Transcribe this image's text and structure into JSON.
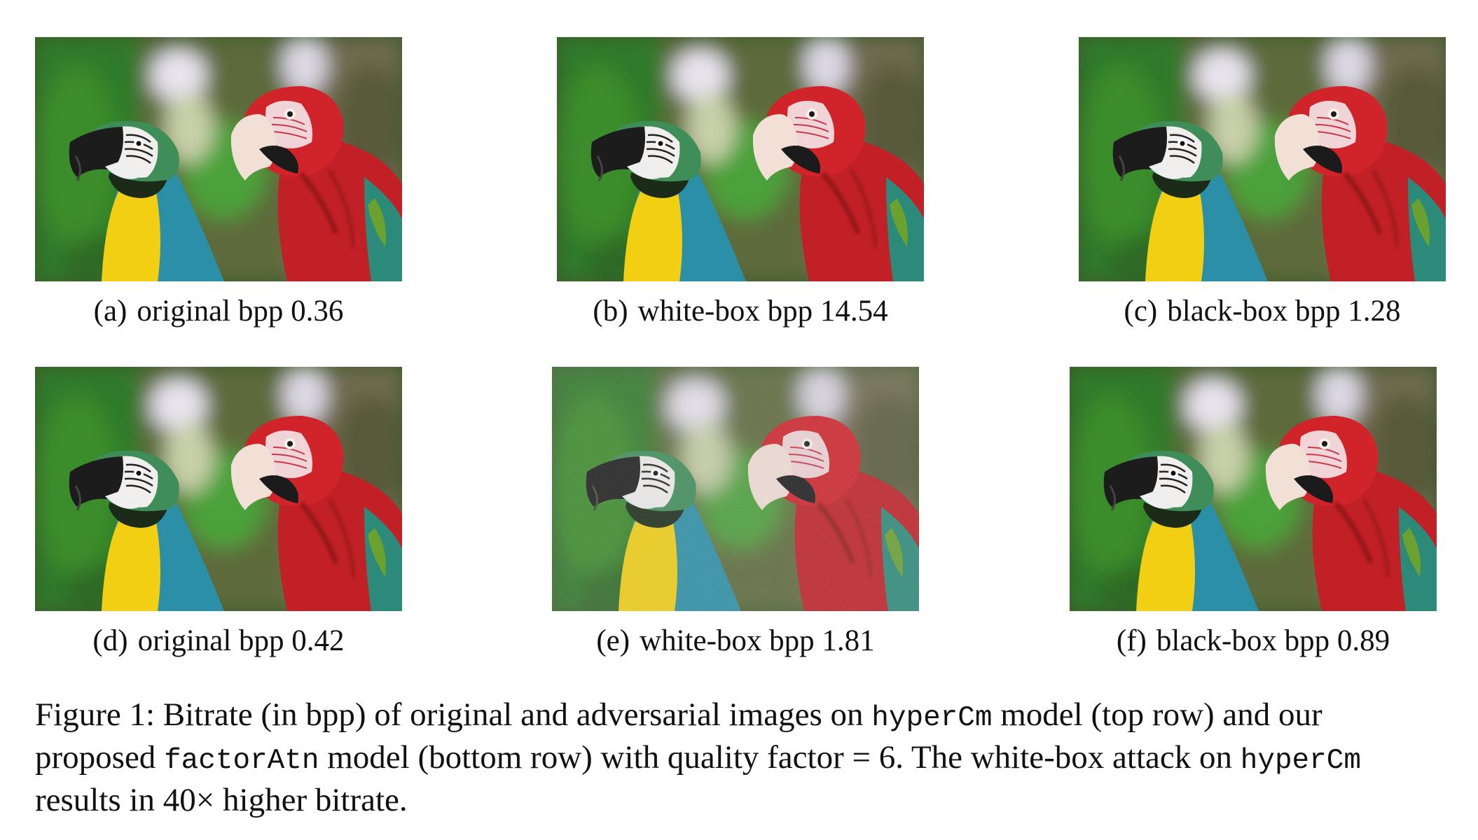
{
  "panels": [
    {
      "label": "(a)",
      "text": "original bpp 0.36",
      "noise": 0
    },
    {
      "label": "(b)",
      "text": "white-box bpp 14.54",
      "noise": 0
    },
    {
      "label": "(c)",
      "text": "black-box bpp 1.28",
      "noise": 0
    },
    {
      "label": "(d)",
      "text": "original bpp 0.42",
      "noise": 0
    },
    {
      "label": "(e)",
      "text": "white-box bpp 1.81",
      "noise": 1
    },
    {
      "label": "(f)",
      "text": "black-box bpp 0.89",
      "noise": 0
    }
  ],
  "caption": {
    "part1": "Figure 1: Bitrate (in bpp) of original and adversarial images on ",
    "code1": "hyperCm",
    "part2": " model (top row) and our proposed ",
    "code2": "factorAtn",
    "part3": " model (bottom row) with quality factor = 6. The white-box attack on ",
    "code3": "hyperCm",
    "part4": " results in 40× higher bitrate."
  }
}
